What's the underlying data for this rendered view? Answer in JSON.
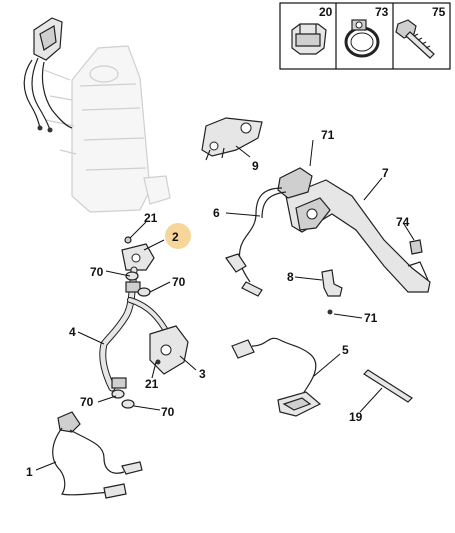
{
  "legend": {
    "items": [
      {
        "ref": "20",
        "icon": "clip-icon"
      },
      {
        "ref": "73",
        "icon": "hose-clamp-icon"
      },
      {
        "ref": "75",
        "icon": "bolt-icon"
      }
    ]
  },
  "callouts": {
    "c1": "1",
    "c2": "2",
    "c3": "3",
    "c4": "4",
    "c5": "5",
    "c6": "6",
    "c7": "7",
    "c8": "8",
    "c9": "9",
    "c19": "19",
    "c21a": "21",
    "c21b": "21",
    "c70a": "70",
    "c70b": "70",
    "c70c": "70",
    "c70d": "70",
    "c71a": "71",
    "c71b": "71",
    "c74": "74"
  },
  "colors": {
    "highlight": "#f6d69a",
    "line": "#111111",
    "ghost": "#cfcfcf"
  }
}
